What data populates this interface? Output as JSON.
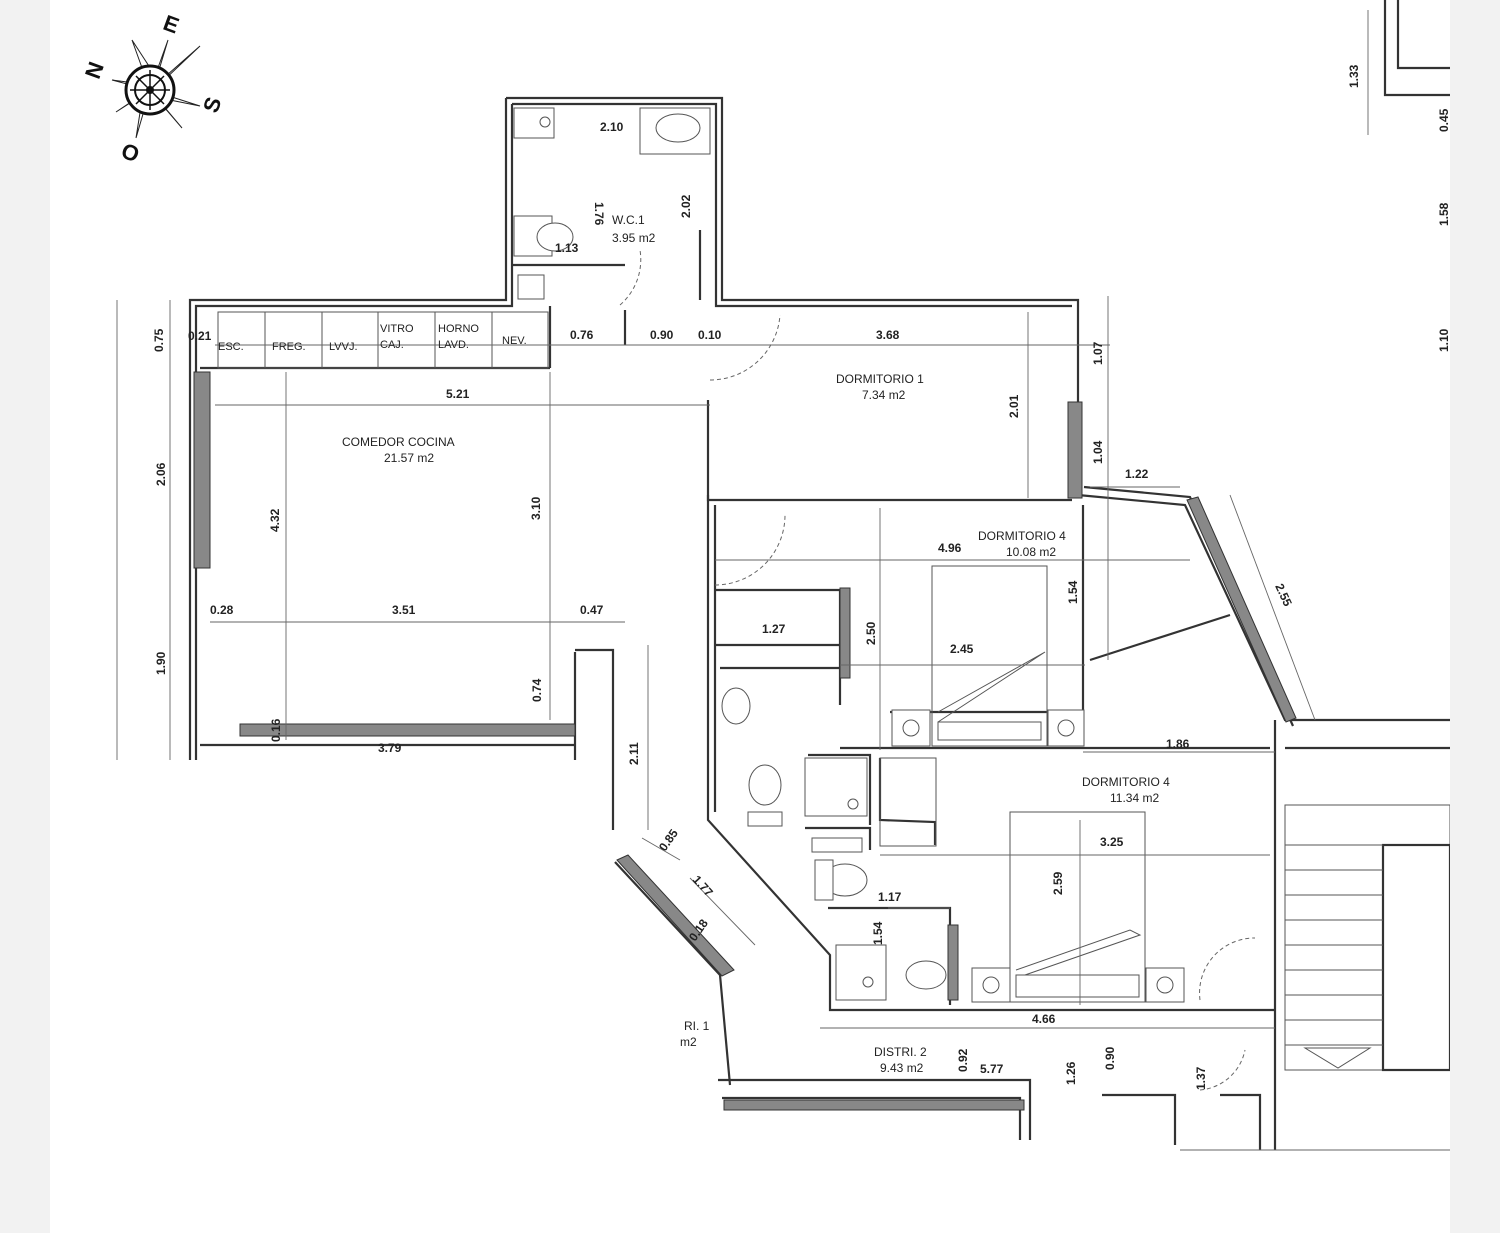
{
  "compass": {
    "north": "N",
    "east": "E",
    "south": "S",
    "west": "O"
  },
  "rooms": {
    "wc1": {
      "name": "W.C.1",
      "area": "3.95 m2"
    },
    "comedor": {
      "name": "COMEDOR COCINA",
      "area": "21.57 m2"
    },
    "dorm1": {
      "name": "DORMITORIO 1",
      "area": "7.34 m2"
    },
    "dorm4a": {
      "name": "DORMITORIO 4",
      "area": "10.08 m2"
    },
    "dorm4b": {
      "name": "DORMITORIO 4",
      "area": "11.34 m2"
    },
    "distri2": {
      "name": "DISTRI. 2",
      "area": "9.43 m2"
    },
    "distri1": {
      "name": "RI. 1",
      "area": "m2"
    }
  },
  "kitchen": {
    "esc": "ESC.",
    "freg": "FREG.",
    "lvvj": "LVVJ.",
    "vitro": "VITRO",
    "caj": "CAJ.",
    "horno": "HORNO",
    "lavd": "LAVD.",
    "nev": "NEV."
  },
  "dims": {
    "d_210": "2.10",
    "d_176": "1.76",
    "d_202": "2.02",
    "d_113": "1.13",
    "d_075": "0.75",
    "d_021": "0.21",
    "d_076": "0.76",
    "d_090a": "0.90",
    "d_010": "0.10",
    "d_368": "3.68",
    "d_107": "1.07",
    "d_521": "5.21",
    "d_201": "2.01",
    "d_206": "2.06",
    "d_432": "4.32",
    "d_310": "3.10",
    "d_104": "1.04",
    "d_122": "1.22",
    "d_496": "4.96",
    "d_154a": "1.54",
    "d_255": "2.55",
    "d_028": "0.28",
    "d_351": "3.51",
    "d_047": "0.47",
    "d_127": "1.27",
    "d_250": "2.50",
    "d_245": "2.45",
    "d_190": "1.90",
    "d_074": "0.74",
    "d_211": "2.11",
    "d_016": "0.16",
    "d_379": "3.79",
    "d_186": "1.86",
    "d_325": "3.25",
    "d_085": "0.85",
    "d_177": "1.77",
    "d_117": "1.17",
    "d_259": "2.59",
    "d_154b": "1.54",
    "d_018": "0.18",
    "d_466": "4.66",
    "d_092": "0.92",
    "d_577": "5.77",
    "d_126": "1.26",
    "d_090b": "0.90",
    "d_137": "1.37",
    "d_133": "1.33",
    "d_045": "0.45",
    "d_158": "1.58",
    "d_110": "1.10"
  }
}
